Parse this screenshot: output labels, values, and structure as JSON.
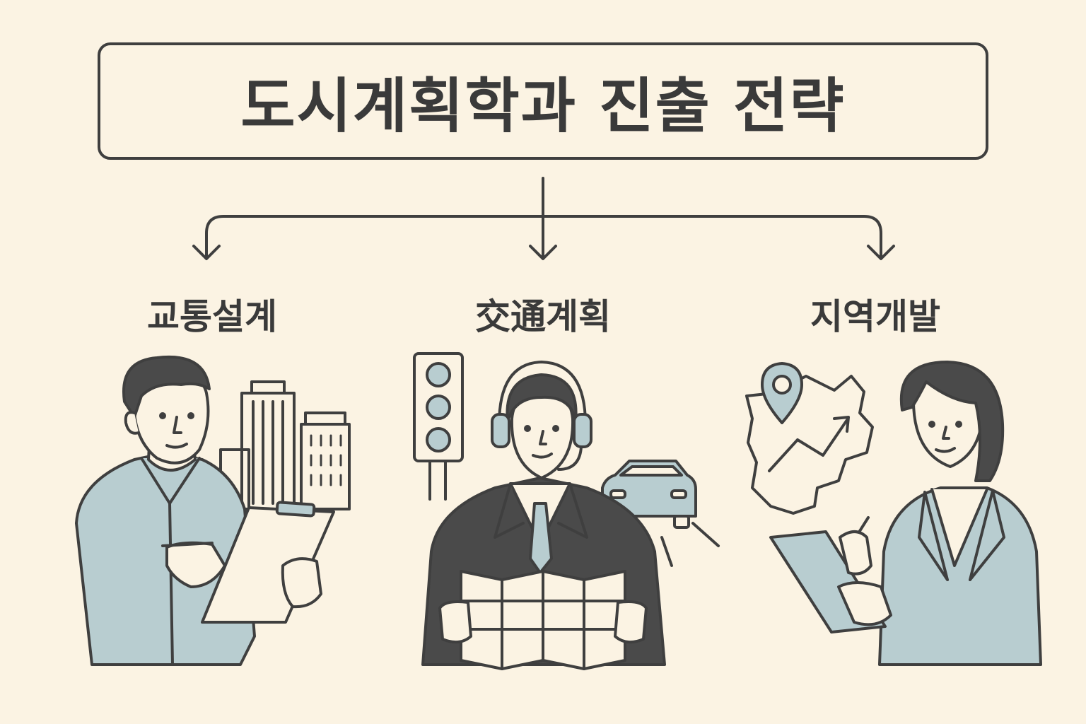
{
  "title": "도시계획학과 진출 전략",
  "branches": [
    {
      "label": "교통설계"
    },
    {
      "label": "交通계획"
    },
    {
      "label": "지역개발"
    }
  ],
  "colors": {
    "background": "#fbf3e3",
    "ink": "#3f3f3f",
    "accent": "#b8cdd0",
    "suit": "#4a4a4a"
  },
  "icons": [
    "building-icon",
    "clipboard-icon",
    "traffic-light-icon",
    "headset-icon",
    "map-icon",
    "car-icon",
    "location-pin-icon",
    "trend-arrow-icon",
    "tablet-icon"
  ]
}
